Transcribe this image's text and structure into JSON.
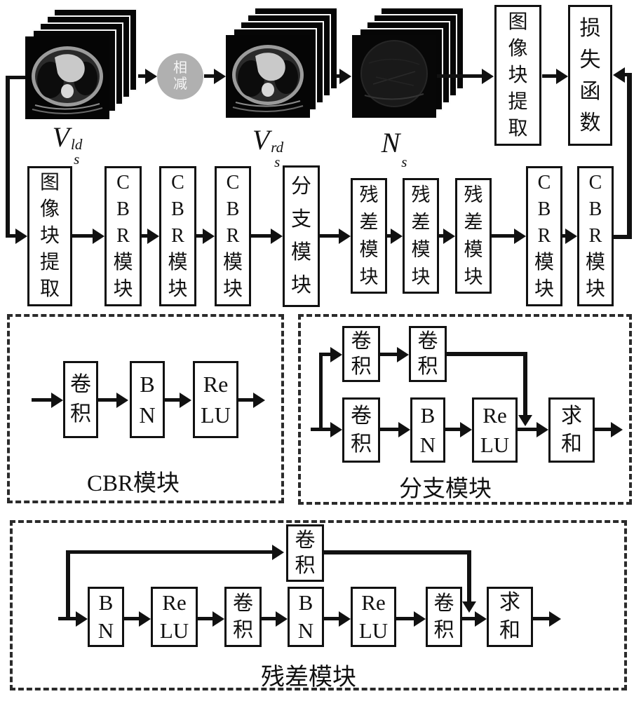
{
  "colors": {
    "line": "#111111",
    "box_border": "#111111",
    "circle_fill": "#b0b0b0",
    "circle_text": "#f5f5f5",
    "background": "#ffffff"
  },
  "top_row": {
    "vld_label": {
      "base": "V",
      "sup": "ld",
      "sub": "s"
    },
    "subtract_circle": [
      "相",
      "减"
    ],
    "vrd_label": {
      "base": "V",
      "sup": "rd",
      "sub": "s"
    },
    "ns_label": {
      "base": "N",
      "sup": "",
      "sub": "s"
    },
    "patch_extract": [
      "图",
      "像",
      "块",
      "提",
      "取"
    ],
    "loss_function": [
      "损",
      "失",
      "函",
      "数"
    ]
  },
  "pipeline": [
    [
      "图",
      "像",
      "块",
      "提",
      "取"
    ],
    [
      "C",
      "B",
      "R",
      "模",
      "块"
    ],
    [
      "C",
      "B",
      "R",
      "模",
      "块"
    ],
    [
      "C",
      "B",
      "R",
      "模",
      "块"
    ],
    [
      "分",
      "支",
      "模",
      "块"
    ],
    [
      "残",
      "差",
      "模",
      "块"
    ],
    [
      "残",
      "差",
      "模",
      "块"
    ],
    [
      "残",
      "差",
      "模",
      "块"
    ],
    [
      "C",
      "B",
      "R",
      "模",
      "块"
    ],
    [
      "C",
      "B",
      "R",
      "模",
      "块"
    ]
  ],
  "cbr_detail": {
    "conv": [
      "卷",
      "积"
    ],
    "bn": [
      "B",
      "N"
    ],
    "relu": [
      "Re",
      "LU"
    ],
    "caption": "CBR模块"
  },
  "branch_detail": {
    "conv_top1": [
      "卷",
      "积"
    ],
    "conv_top2": [
      "卷",
      "积"
    ],
    "conv_bottom": [
      "卷",
      "积"
    ],
    "bn": [
      "B",
      "N"
    ],
    "relu": [
      "Re",
      "LU"
    ],
    "sum": [
      "求",
      "和"
    ],
    "caption": "分支模块"
  },
  "residual_detail": {
    "skip_conv": [
      "卷",
      "积"
    ],
    "bn1": [
      "B",
      "N"
    ],
    "relu1": [
      "Re",
      "LU"
    ],
    "conv1": [
      "卷",
      "积"
    ],
    "bn2": [
      "B",
      "N"
    ],
    "relu2": [
      "Re",
      "LU"
    ],
    "conv2": [
      "卷",
      "积"
    ],
    "sum": [
      "求",
      "和"
    ],
    "caption": "残差模块"
  }
}
